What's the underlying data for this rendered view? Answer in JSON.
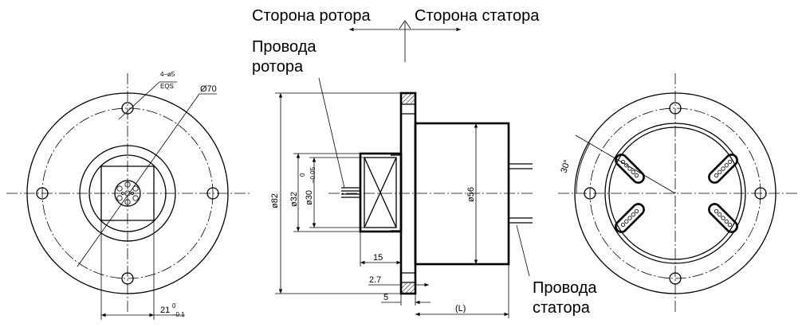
{
  "labels": {
    "rotor_side": "Сторона ротора",
    "stator_side": "Сторона статора",
    "rotor_wires_line1": "Провода",
    "rotor_wires_line2": "ротора",
    "stator_wires_line1": "Провода",
    "stator_wires_line2": "статора"
  },
  "dimensions": {
    "holes": "4–ø5",
    "holes_eqs": "EQS",
    "bolt_circle": "Ø70",
    "flat_width": "21",
    "flat_tol_upper": "0",
    "flat_tol_lower": "–0.1",
    "outer_dia": "ø82",
    "rotor_dia": "ø32",
    "shaft_dia": "ø30",
    "shaft_tol_upper": "0",
    "shaft_tol_lower": "–0.05",
    "body_dia": "ø56",
    "len_15": "15",
    "len_2_7": "2.7",
    "len_5": "5",
    "len_L": "(L)",
    "angle": "30°"
  }
}
